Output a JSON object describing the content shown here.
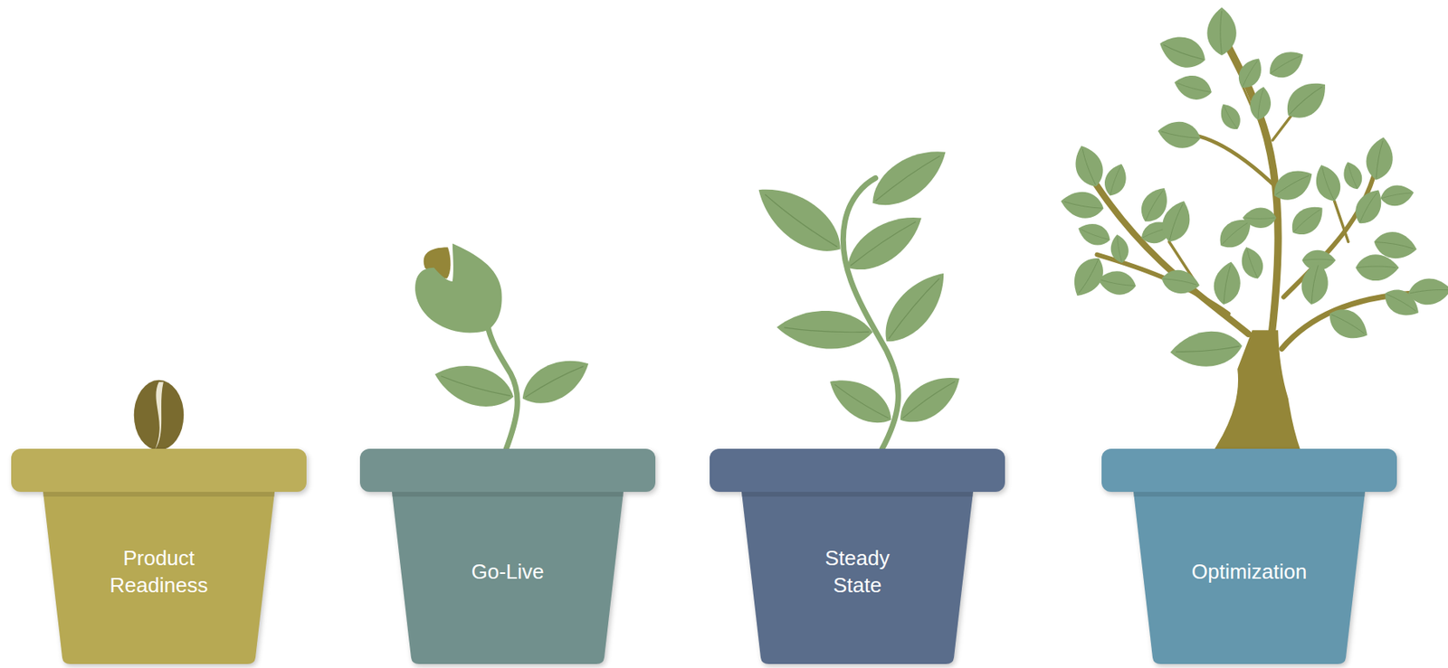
{
  "diagram": {
    "nodes": [
      {
        "text": [
          "Product Readiness"
        ]
      },
      {
        "text": [
          "Go-Live"
        ]
      },
      {
        "text": [
          "Steady State"
        ]
      },
      {
        "text": [
          "Optimization"
        ]
      }
    ]
  }
}
